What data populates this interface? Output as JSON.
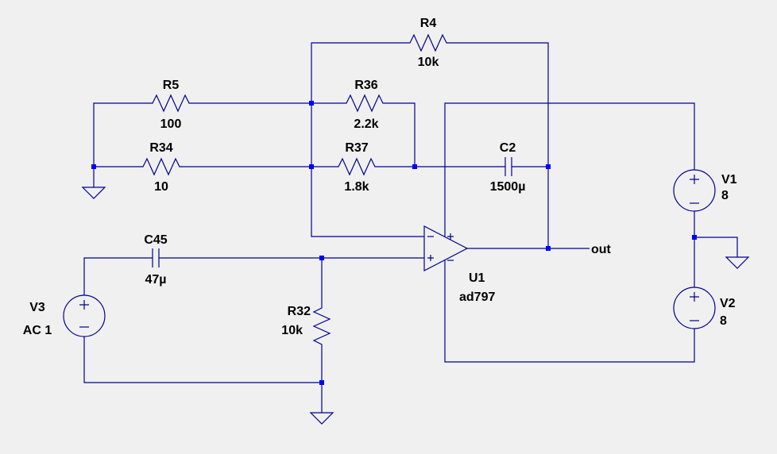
{
  "components": {
    "R4": {
      "name": "R4",
      "value": "10k"
    },
    "R5": {
      "name": "R5",
      "value": "100"
    },
    "R36": {
      "name": "R36",
      "value": "2.2k"
    },
    "R34": {
      "name": "R34",
      "value": "10"
    },
    "R37": {
      "name": "R37",
      "value": "1.8k"
    },
    "C2": {
      "name": "C2",
      "value": "1500µ"
    },
    "V1": {
      "name": "V1",
      "value": "8"
    },
    "V2": {
      "name": "V2",
      "value": "8"
    },
    "C45": {
      "name": "C45",
      "value": "47µ"
    },
    "V3": {
      "name": "V3",
      "value": "AC 1"
    },
    "R32": {
      "name": "R32",
      "value": "10k"
    },
    "U1": {
      "name": "U1",
      "value": "ad797"
    }
  },
  "net_labels": {
    "out": "out"
  },
  "symbols": {
    "plus": "+",
    "minus": "−"
  },
  "colors": {
    "wire": "#00008f",
    "junction": "#0000ff",
    "background": "#f0f0f0"
  }
}
